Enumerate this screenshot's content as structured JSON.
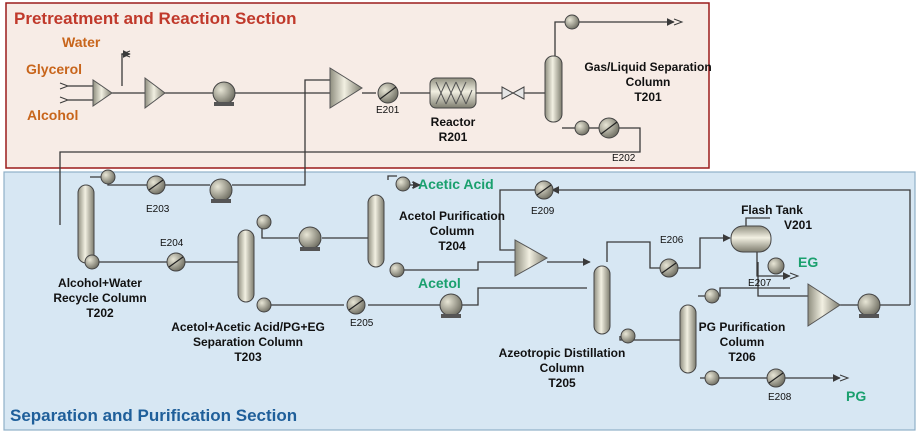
{
  "sections": {
    "top": "Pretreatment and Reaction Section",
    "bottom": "Separation and Purification  Section"
  },
  "feeds": {
    "water": "Water",
    "glycerol": "Glycerol",
    "alcohol": "Alcohol"
  },
  "products": {
    "acetic_acid": "Acetic Acid",
    "acetol": "Acetol",
    "eg": "EG",
    "pg": "PG"
  },
  "units": {
    "reactor": [
      "Reactor",
      "R201"
    ],
    "t201": [
      "Gas/Liquid  Separation",
      "Column",
      "T201"
    ],
    "t202": [
      "Alcohol+Water",
      "Recycle Column",
      "T202"
    ],
    "t203": [
      "Acetol+Acetic Acid/PG+EG",
      "Separation Column",
      "T203"
    ],
    "t204": [
      "Acetol Purification",
      "Column",
      "T204"
    ],
    "t205": [
      "Azeotropic Distillation",
      "Column",
      "T205"
    ],
    "t206": [
      "PG  Purification",
      "Column",
      "T206"
    ],
    "v201": [
      "Flash Tank",
      "V201"
    ]
  },
  "exchangers": {
    "e201": "E201",
    "e202": "E202",
    "e203": "E203",
    "e204": "E204",
    "e205": "E205",
    "e206": "E206",
    "e207": "E207",
    "e208": "E208",
    "e209": "E209"
  },
  "colors": {
    "top_bg": "#f7ece6",
    "top_border": "#9b1c1c",
    "top_title": "#c0392b",
    "bottom_bg": "#d7e7f3",
    "bottom_border": "#8fb0c8",
    "bottom_title": "#1f5f9a",
    "feed": "#c8651b",
    "product": "#1aa06e"
  }
}
